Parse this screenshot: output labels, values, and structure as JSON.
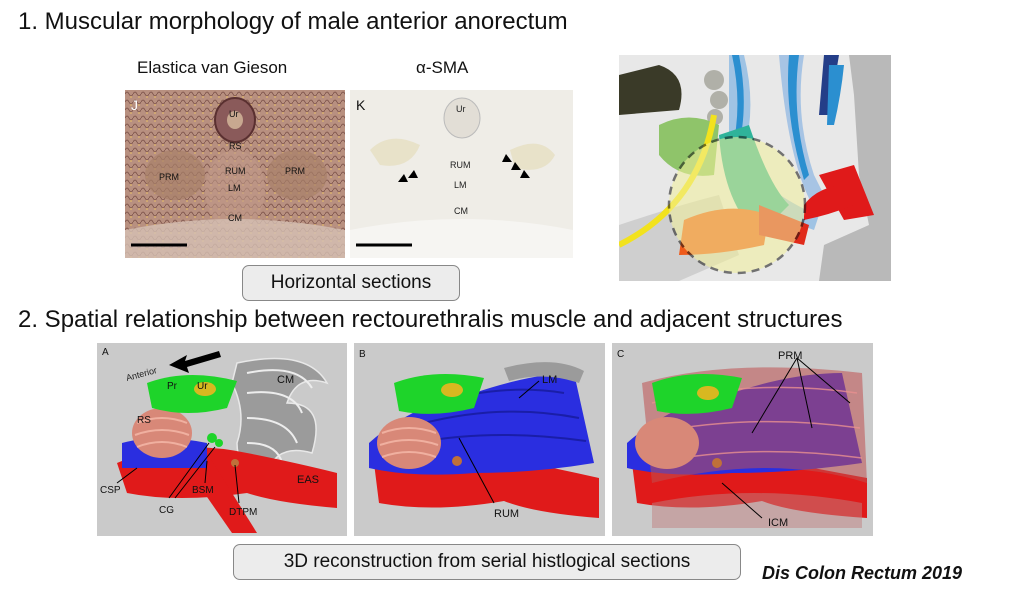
{
  "section1": {
    "title": "1. Muscular morphology of male anterior anorectum",
    "stain_left": "Elastica van Gieson",
    "stain_right": "α-SMA",
    "panel_j": {
      "letter": "J",
      "labels": [
        "Ur",
        "RS",
        "RUM",
        "LM",
        "CM",
        "PRM",
        "PRM"
      ]
    },
    "panel_k": {
      "letter": "K",
      "labels": [
        "Ur",
        "RUM",
        "LM",
        "CM"
      ]
    },
    "box_label": "Horizontal sections"
  },
  "section2": {
    "title": "2. Spatial relationship between rectourethralis muscle and adjacent structures",
    "panel_a": {
      "letter": "A",
      "labels": {
        "anterior": "Anterior",
        "pr": "Pr",
        "ur": "Ur",
        "cm": "CM",
        "rs": "RS",
        "csp": "CSP",
        "cg": "CG",
        "bsm": "BSM",
        "dtpm": "DTPM",
        "eas": "EAS"
      }
    },
    "panel_b": {
      "letter": "B",
      "labels": {
        "lm": "LM",
        "rum": "RUM"
      }
    },
    "panel_c": {
      "letter": "C",
      "labels": {
        "prm": "PRM",
        "icm": "ICM"
      }
    },
    "box_label": "3D reconstruction from serial histlogical sections"
  },
  "citation": "Dis Colon Rectum 2019",
  "colors": {
    "green": "#1ed42a",
    "blue": "#2a2ee0",
    "red": "#e01a1a",
    "gray": "#9a9a9a",
    "salmon": "#d88878",
    "yellow": "#f2f09a",
    "teal": "#2fb39a"
  }
}
